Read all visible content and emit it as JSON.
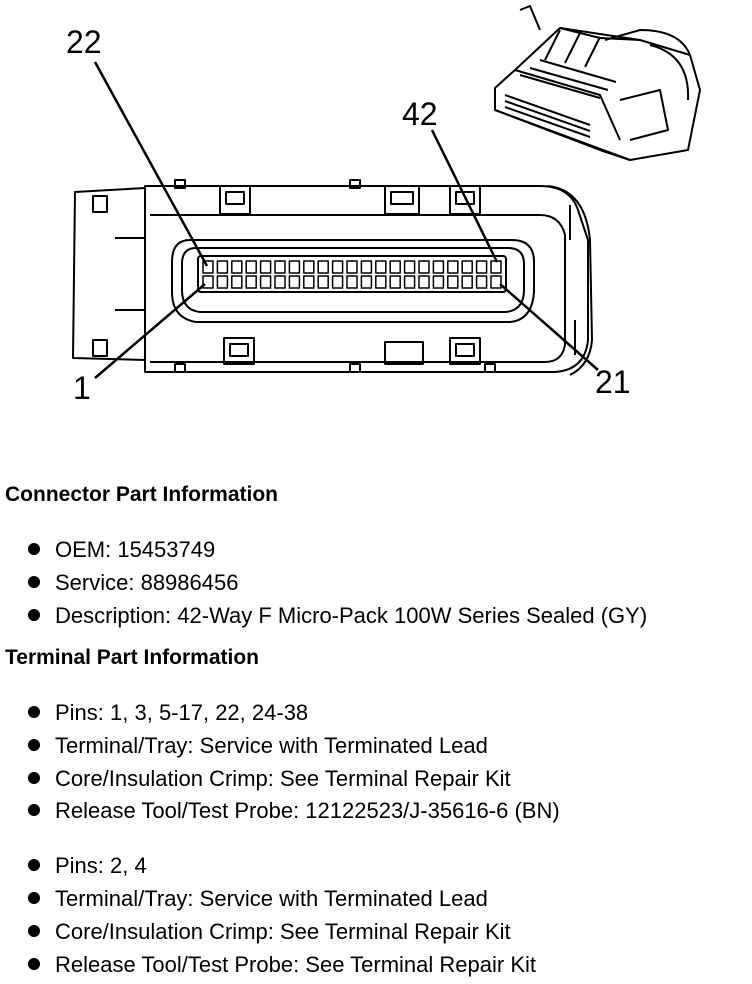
{
  "diagram": {
    "callouts": {
      "pin_22": "22",
      "pin_42": "42",
      "pin_1": "1",
      "pin_21": "21"
    }
  },
  "connector_info": {
    "title": "Connector Part Information",
    "items": [
      "OEM: 15453749",
      "Service: 88986456",
      "Description: 42-Way F Micro-Pack 100W Series Sealed (GY)"
    ]
  },
  "terminal_info": {
    "title": "Terminal Part Information",
    "group1": [
      "Pins: 1, 3, 5-17, 22, 24-38",
      "Terminal/Tray: Service with Terminated Lead",
      "Core/Insulation Crimp: See Terminal Repair Kit",
      "Release Tool/Test Probe: 12122523/J-35616-6 (BN)"
    ],
    "group2": [
      "Pins: 2, 4",
      "Terminal/Tray: Service with Terminated Lead",
      "Core/Insulation Crimp: See Terminal Repair Kit",
      "Release Tool/Test Probe: See Terminal Repair Kit"
    ]
  }
}
